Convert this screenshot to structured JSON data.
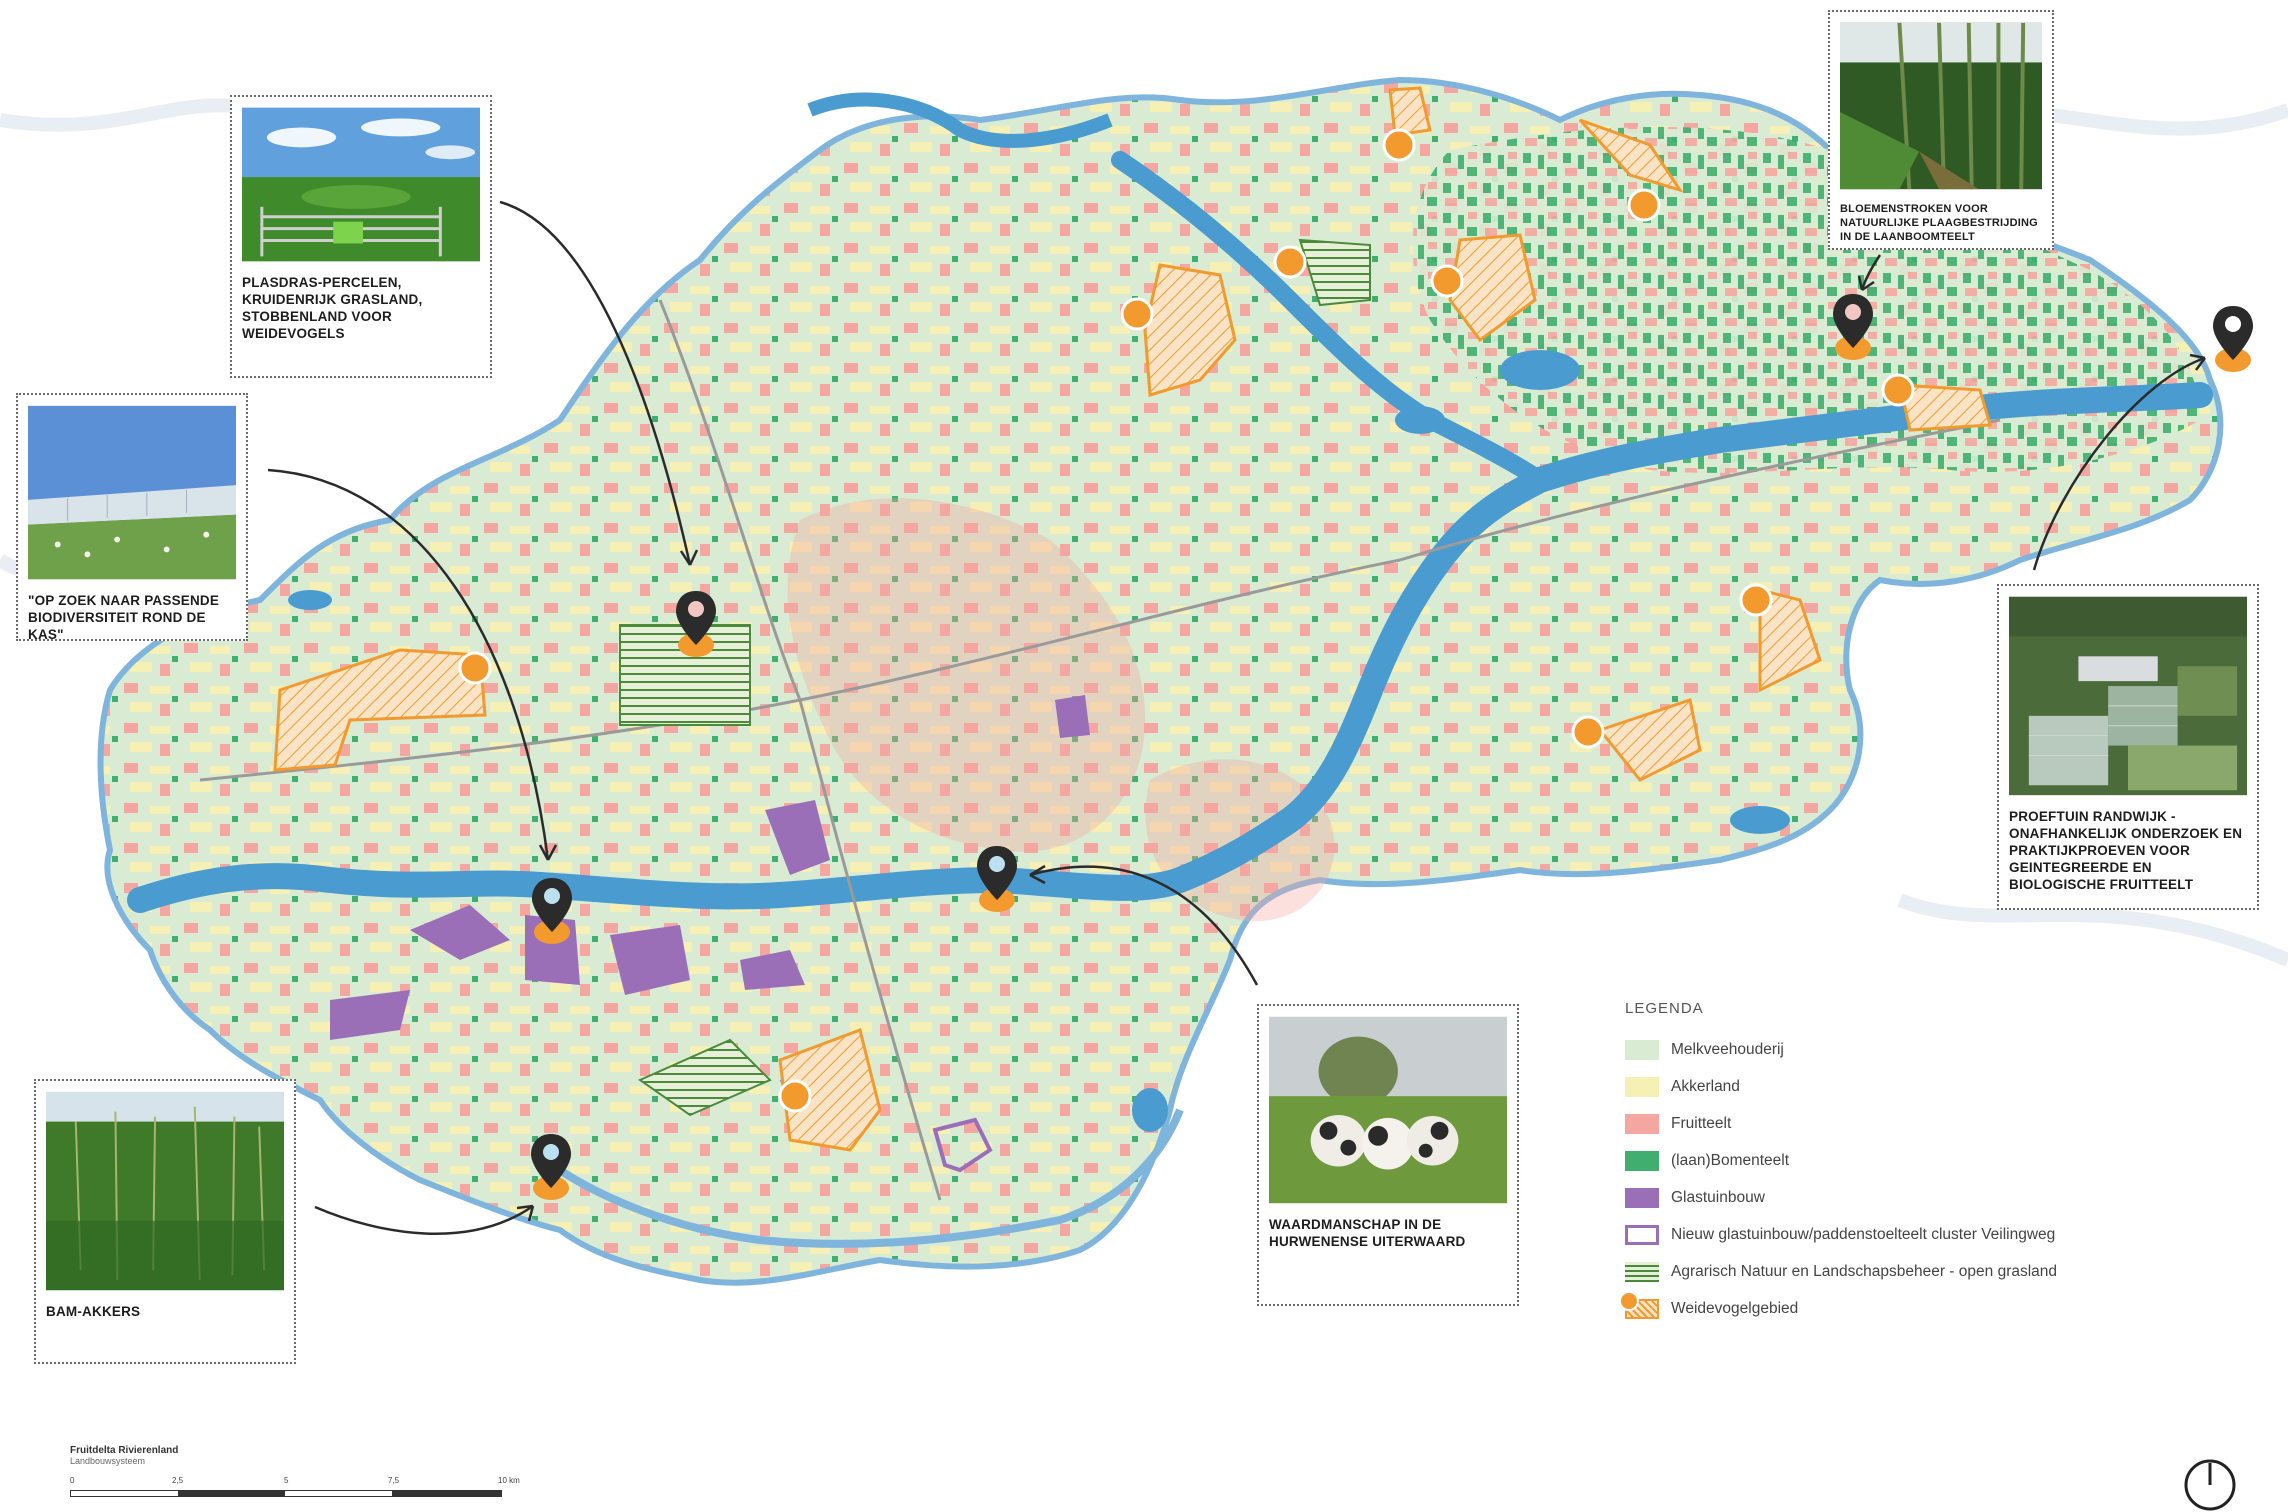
{
  "callouts": [
    {
      "id": "plasdras",
      "caption": "PLASDRAS-PERCELEN, KRUIDENRIJK GRASLAND, STOBBENLAND VOOR WEIDEVOGELS",
      "photo": "meadow-with-gate-photo"
    },
    {
      "id": "kas",
      "caption": "\"OP ZOEK NAAR PASSENDE BIODIVERSITEIT ROND DE KAS\"",
      "photo": "greenhouse-field-photo"
    },
    {
      "id": "bloemenstroken",
      "caption": "BLOEMENSTROKEN VOOR NATUURLIJKE PLAAGBESTRIJDING IN DE LAANBOOMTEELT",
      "photo": "tree-nursery-photo"
    },
    {
      "id": "proeftuin",
      "caption": "PROEFTUIN RANDWIJK - ONAFHANKELIJK ONDERZOEK EN PRAKTIJKPROEVEN VOOR GEINTEGREERDE EN BIOLOGISCHE FRUITTEELT",
      "photo": "aerial-orchard-photo"
    },
    {
      "id": "waardmanschap",
      "caption": "WAARDMANSCHAP IN DE HURWENENSE UITERWAARD",
      "photo": "cows-in-floodplain-photo"
    },
    {
      "id": "bam",
      "caption": "BAM-AKKERS",
      "photo": "tall-grass-field-photo"
    }
  ],
  "legend": {
    "title": "LEGENDA",
    "items": [
      {
        "label": "Melkveehouderij",
        "color": "#d9ebd3"
      },
      {
        "label": "Akkerland",
        "color": "#f7f0b5"
      },
      {
        "label": "Fruitteelt",
        "color": "#f4a7a0"
      },
      {
        "label": "(laan)Bomenteelt",
        "color": "#3fae6e"
      },
      {
        "label": "Glastuinbouw",
        "color": "#9b6fb8"
      },
      {
        "label": "Nieuw glastuinbouw/paddenstoelteelt cluster Veilingweg",
        "color": "#9b6fb8"
      },
      {
        "label": "Agrarisch Natuur en Landschapsbeheer - open grasland",
        "color": "#4a8a3a"
      },
      {
        "label": "Weidevogelgebied",
        "color": "#f29a2e"
      }
    ]
  },
  "scalebar": {
    "title": "Fruitdelta Rivierenland",
    "subtitle": "Landbouwsysteem",
    "ticks": [
      "0",
      "2,5",
      "5",
      "7,5",
      "10 km"
    ]
  },
  "colors": {
    "river": "#4a9bcf",
    "land": "#d9ebd3",
    "fruit": "#f4a7a0",
    "arable": "#f7f0b5",
    "trees": "#3fae6e",
    "greenhouse": "#9b6fb8",
    "meadowbird": "#f29a2e",
    "marker": "#2b2b2b"
  }
}
